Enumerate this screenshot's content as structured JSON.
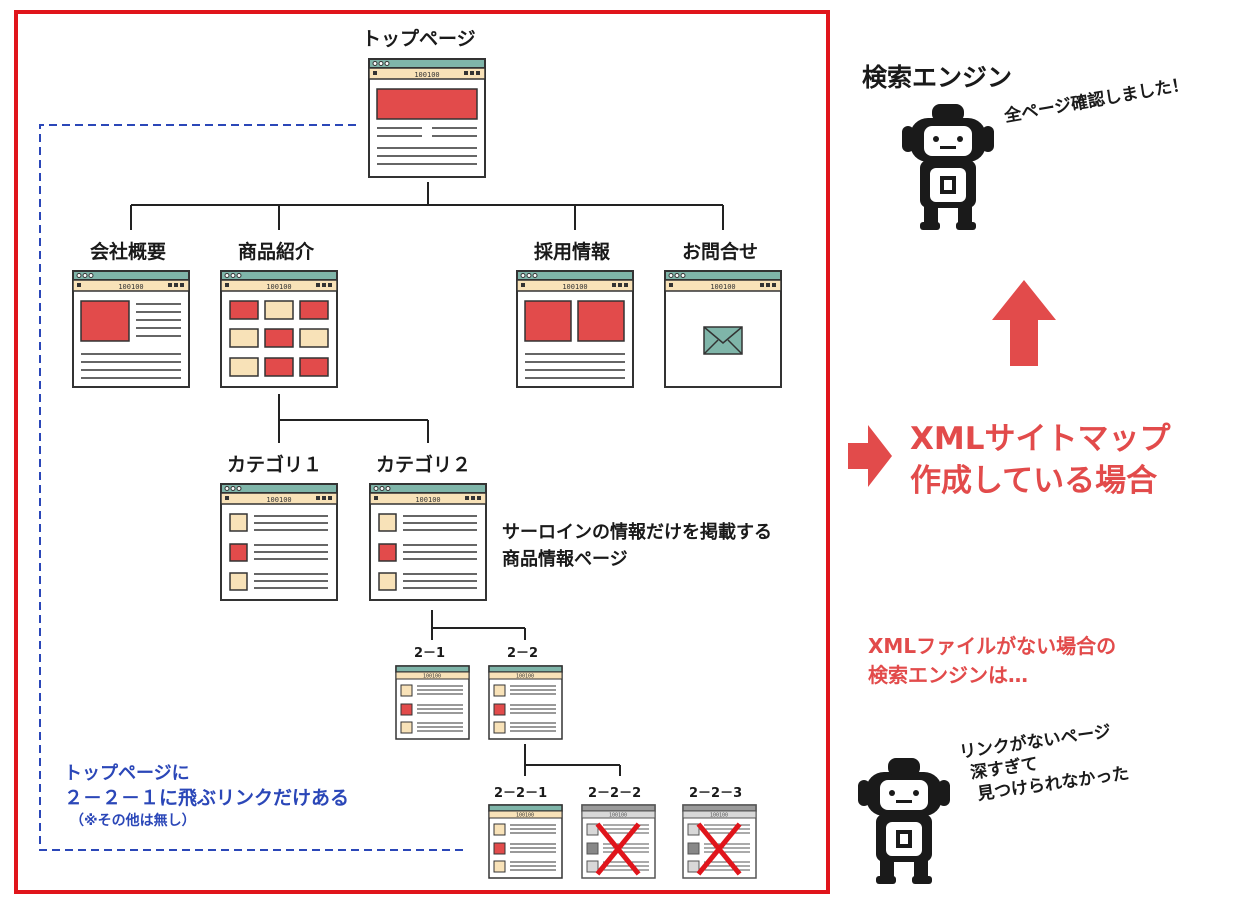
{
  "sitemap": {
    "top_page": "トップページ",
    "company": "会社概要",
    "products": "商品紹介",
    "recruit": "採用情報",
    "contact": "お問合せ",
    "category1": "カテゴリ１",
    "category2": "カテゴリ２",
    "product_desc_line1": "サーロインの情報だけを掲載する",
    "product_desc_line2": "商品情報ページ",
    "page_2_1": "2－1",
    "page_2_2": "2－2",
    "page_2_2_1": "2－2－1",
    "page_2_2_2": "2－2－2",
    "page_2_2_3": "2－2－3",
    "browser_url": "100100"
  },
  "note": {
    "line1": "トップページに",
    "line2": "２－２－１に飛ぶリンクだけある",
    "line3": "（※その他は無し）"
  },
  "right_panel": {
    "search_engine": "検索エンジン",
    "confirmed": "全ページ確認しました！",
    "xml_line1": "XMLサイトマップ",
    "xml_line2": "作成している場合",
    "no_xml_line1": "XMLファイルがない場合の",
    "no_xml_line2": "検索エンジンは…",
    "bubble_line1": "リンクがないページ",
    "bubble_line2": "深すぎて",
    "bubble_line3": "見つけられなかった"
  },
  "colors": {
    "frame_red": "#e0151b",
    "accent_red": "#e24b4b",
    "note_blue": "#2b47b8",
    "browser_teal": "#7fb5a9",
    "browser_cream": "#f8e2b8",
    "block_red": "#e24b4b"
  }
}
